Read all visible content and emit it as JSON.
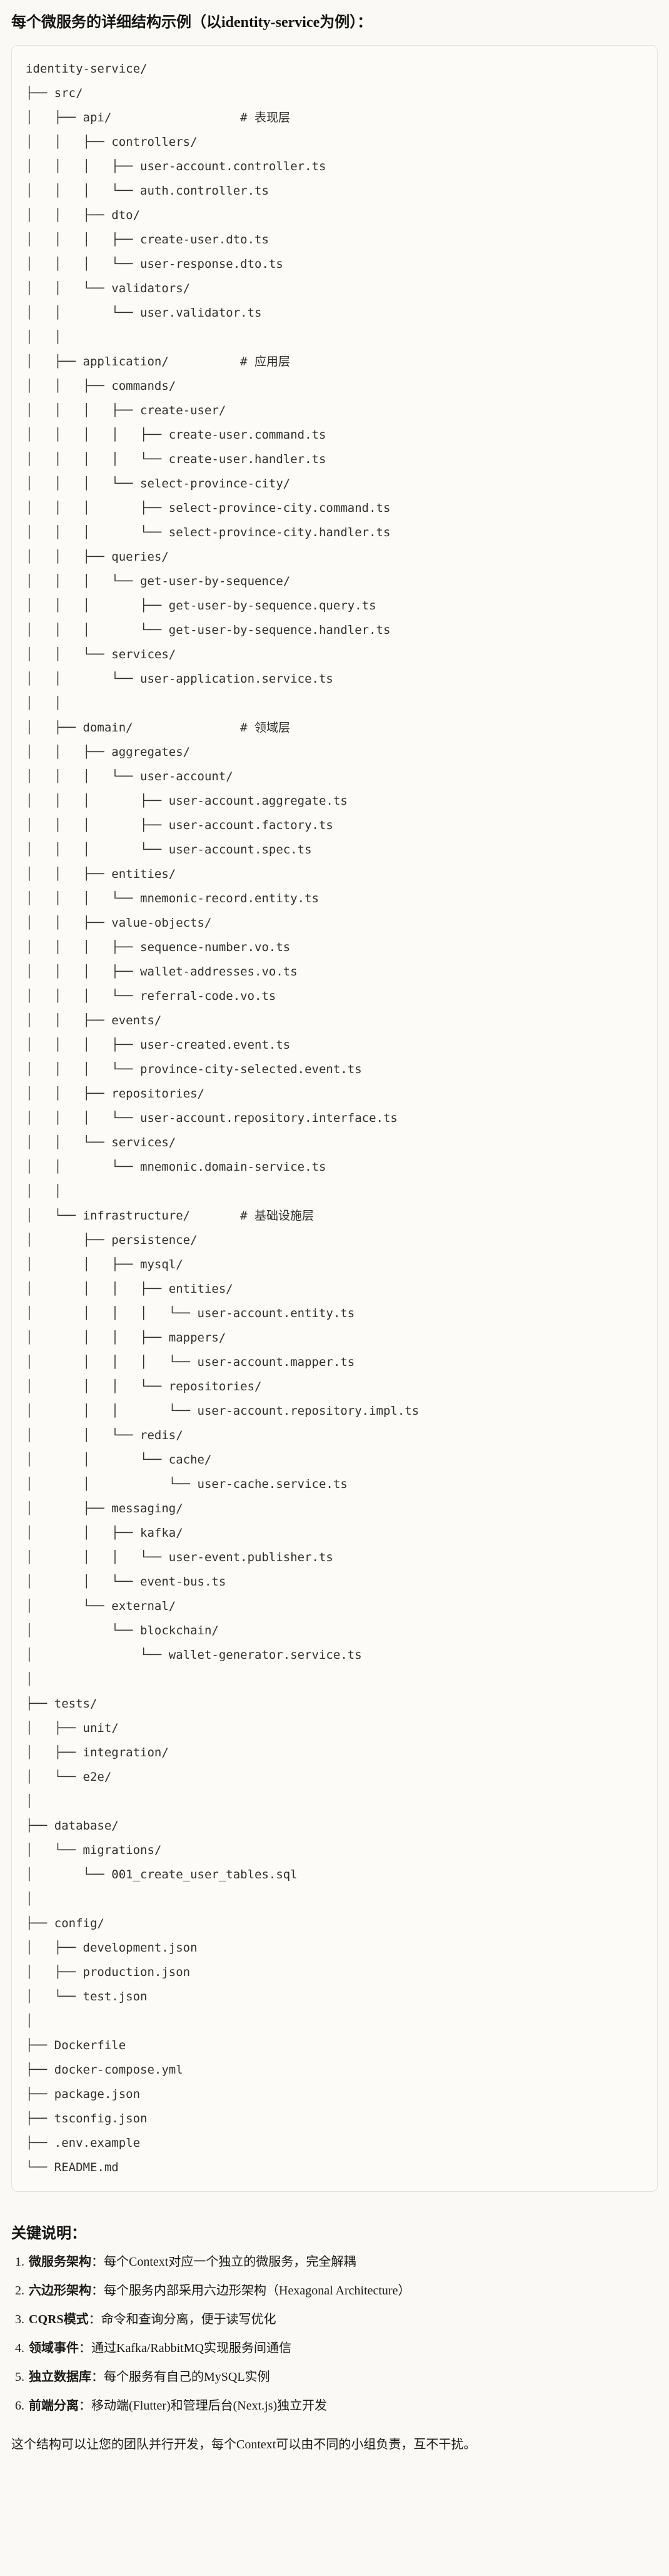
{
  "page": {
    "title": "每个微服务的详细结构示例（以identity-service为例）："
  },
  "code_block": {
    "lines": [
      "identity-service/",
      "├── src/",
      "│   ├── api/                  # 表现层",
      "│   │   ├── controllers/",
      "│   │   │   ├── user-account.controller.ts",
      "│   │   │   └── auth.controller.ts",
      "│   │   ├── dto/",
      "│   │   │   ├── create-user.dto.ts",
      "│   │   │   └── user-response.dto.ts",
      "│   │   └── validators/",
      "│   │       └── user.validator.ts",
      "│   │",
      "│   ├── application/          # 应用层",
      "│   │   ├── commands/",
      "│   │   │   ├── create-user/",
      "│   │   │   │   ├── create-user.command.ts",
      "│   │   │   │   └── create-user.handler.ts",
      "│   │   │   └── select-province-city/",
      "│   │   │       ├── select-province-city.command.ts",
      "│   │   │       └── select-province-city.handler.ts",
      "│   │   ├── queries/",
      "│   │   │   └── get-user-by-sequence/",
      "│   │   │       ├── get-user-by-sequence.query.ts",
      "│   │   │       └── get-user-by-sequence.handler.ts",
      "│   │   └── services/",
      "│   │       └── user-application.service.ts",
      "│   │",
      "│   ├── domain/               # 领域层",
      "│   │   ├── aggregates/",
      "│   │   │   └── user-account/",
      "│   │   │       ├── user-account.aggregate.ts",
      "│   │   │       ├── user-account.factory.ts",
      "│   │   │       └── user-account.spec.ts",
      "│   │   ├── entities/",
      "│   │   │   └── mnemonic-record.entity.ts",
      "│   │   ├── value-objects/",
      "│   │   │   ├── sequence-number.vo.ts",
      "│   │   │   ├── wallet-addresses.vo.ts",
      "│   │   │   └── referral-code.vo.ts",
      "│   │   ├── events/",
      "│   │   │   ├── user-created.event.ts",
      "│   │   │   └── province-city-selected.event.ts",
      "│   │   ├── repositories/",
      "│   │   │   └── user-account.repository.interface.ts",
      "│   │   └── services/",
      "│   │       └── mnemonic.domain-service.ts",
      "│   │",
      "│   └── infrastructure/       # 基础设施层",
      "│       ├── persistence/",
      "│       │   ├── mysql/",
      "│       │   │   ├── entities/",
      "│       │   │   │   └── user-account.entity.ts",
      "│       │   │   ├── mappers/",
      "│       │   │   │   └── user-account.mapper.ts",
      "│       │   │   └── repositories/",
      "│       │   │       └── user-account.repository.impl.ts",
      "│       │   └── redis/",
      "│       │       └── cache/",
      "│       │           └── user-cache.service.ts",
      "│       ├── messaging/",
      "│       │   ├── kafka/",
      "│       │   │   └── user-event.publisher.ts",
      "│       │   └── event-bus.ts",
      "│       └── external/",
      "│           └── blockchain/",
      "│               └── wallet-generator.service.ts",
      "│",
      "├── tests/",
      "│   ├── unit/",
      "│   ├── integration/",
      "│   └── e2e/",
      "│",
      "├── database/",
      "│   └── migrations/",
      "│       └── 001_create_user_tables.sql",
      "│",
      "├── config/",
      "│   ├── development.json",
      "│   ├── production.json",
      "│   └── test.json",
      "│",
      "├── Dockerfile",
      "├── docker-compose.yml",
      "├── package.json",
      "├── tsconfig.json",
      "├── .env.example",
      "└── README.md"
    ]
  },
  "notes": {
    "heading": "关键说明：",
    "items": [
      {
        "num": "1.",
        "label": "微服务架构",
        "text": "：每个Context对应一个独立的微服务，完全解耦"
      },
      {
        "num": "2.",
        "label": "六边形架构",
        "text": "：每个服务内部采用六边形架构（Hexagonal Architecture）"
      },
      {
        "num": "3.",
        "label": "CQRS模式",
        "text": "：命令和查询分离，便于读写优化"
      },
      {
        "num": "4.",
        "label": "领域事件",
        "text": "：通过Kafka/RabbitMQ实现服务间通信"
      },
      {
        "num": "5.",
        "label": "独立数据库",
        "text": "：每个服务有自己的MySQL实例"
      },
      {
        "num": "6.",
        "label": "前端分离",
        "text": "：移动端(Flutter)和管理后台(Next.js)独立开发"
      }
    ],
    "footer": "这个结构可以让您的团队并行开发，每个Context可以由不同的小组负责，互不干扰。"
  }
}
